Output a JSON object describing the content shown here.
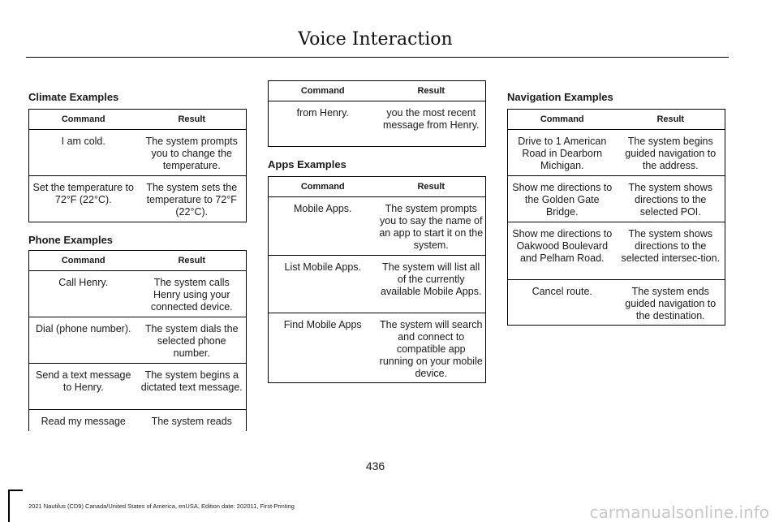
{
  "page": {
    "title": "Voice Interaction",
    "number": "436"
  },
  "footer": {
    "text": "2021 Nautilus (CD9) Canada/United States of America, enUSA, Edition date: 202011, First-Printing"
  },
  "watermark": "carmanualsonline.info",
  "headers": {
    "command": "Command",
    "result": "Result"
  },
  "climate": {
    "heading": "Climate Examples",
    "rows": [
      {
        "command": "I am cold.",
        "result": "The system prompts you to change the temperature."
      },
      {
        "command": "Set the temperature to 72°F (22°C).",
        "result": "The system sets the temperature to 72°F (22°C)."
      }
    ]
  },
  "phone": {
    "heading": "Phone Examples",
    "rows": [
      {
        "command": "Call Henry.",
        "result": "The system calls Henry using your connected device."
      },
      {
        "command": "Dial (phone number).",
        "result": "The system dials the selected phone number."
      },
      {
        "command": "Send a text message to Henry.",
        "result": "The system begins a dictated text message."
      },
      {
        "command": "Read my message",
        "result": "The system reads"
      }
    ]
  },
  "phone_cont": {
    "rows": [
      {
        "command": "from Henry.",
        "result": "you the most recent message from Henry."
      }
    ]
  },
  "apps": {
    "heading": "Apps Examples",
    "rows": [
      {
        "command": "Mobile Apps.",
        "result": "The system prompts you to say the name of an app to start it on the system."
      },
      {
        "command": "List Mobile Apps.",
        "result": "The system will list all of the currently available Mobile Apps."
      },
      {
        "command": "Find Mobile Apps",
        "result": "The system will search and connect to compatible app running on your mobile device."
      }
    ]
  },
  "navigation": {
    "heading": "Navigation Examples",
    "rows": [
      {
        "command": "Drive to 1 American Road in Dearborn Michigan.",
        "result": "The system begins guided navigation to the address."
      },
      {
        "command": "Show me directions to the Golden Gate Bridge.",
        "result": "The system shows directions to the selected POI."
      },
      {
        "command": "Show me directions to Oakwood Boulevard and Pelham Road.",
        "result": "The system shows directions to the selected intersec-tion."
      },
      {
        "command": "Cancel route.",
        "result": "The system ends guided navigation to the destination."
      }
    ]
  }
}
